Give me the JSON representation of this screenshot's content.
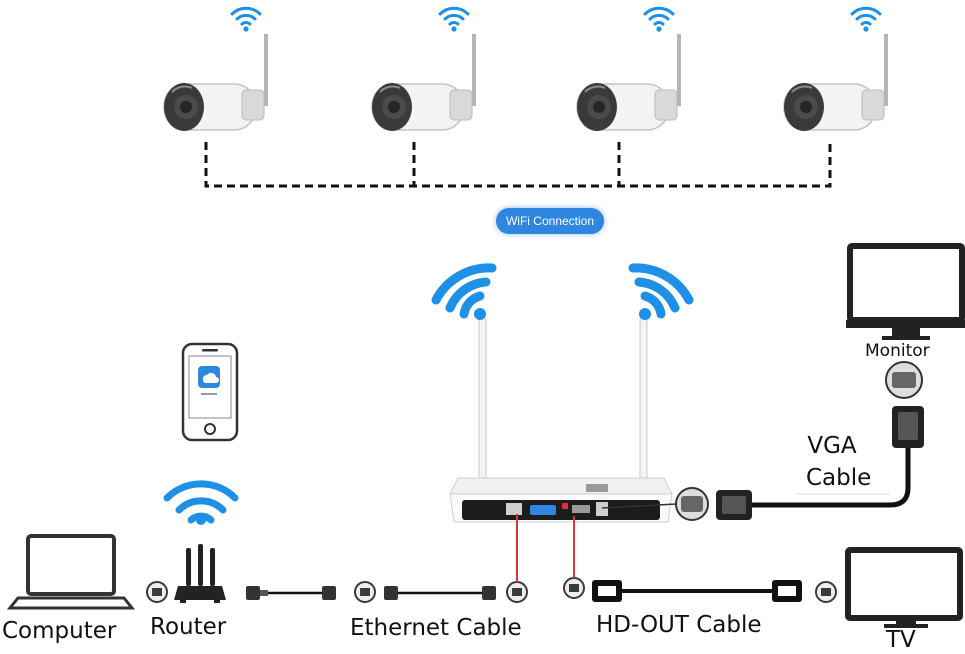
{
  "labels": {
    "computer": "Computer",
    "router": "Router",
    "ethernet_cable": "Ethernet Cable",
    "hd_out_cable": "HD-OUT Cable",
    "tv": "TV",
    "monitor": "Monitor",
    "vga_line1": "VGA",
    "vga_line2": "Cable",
    "wifi_connection": "WiFi Connection"
  },
  "colors": {
    "wifi_blue": "#1e90e8",
    "badge_blue": "#2f86e0",
    "cable_black": "#111111",
    "accent_red": "#e0303a"
  },
  "icons": [
    "camera-icon",
    "wifi-icon",
    "nvr-icon",
    "smartphone-icon",
    "laptop-icon",
    "router-icon",
    "monitor-icon",
    "tv-icon",
    "vga-connector-icon",
    "hdmi-connector-icon",
    "ethernet-connector-icon"
  ]
}
